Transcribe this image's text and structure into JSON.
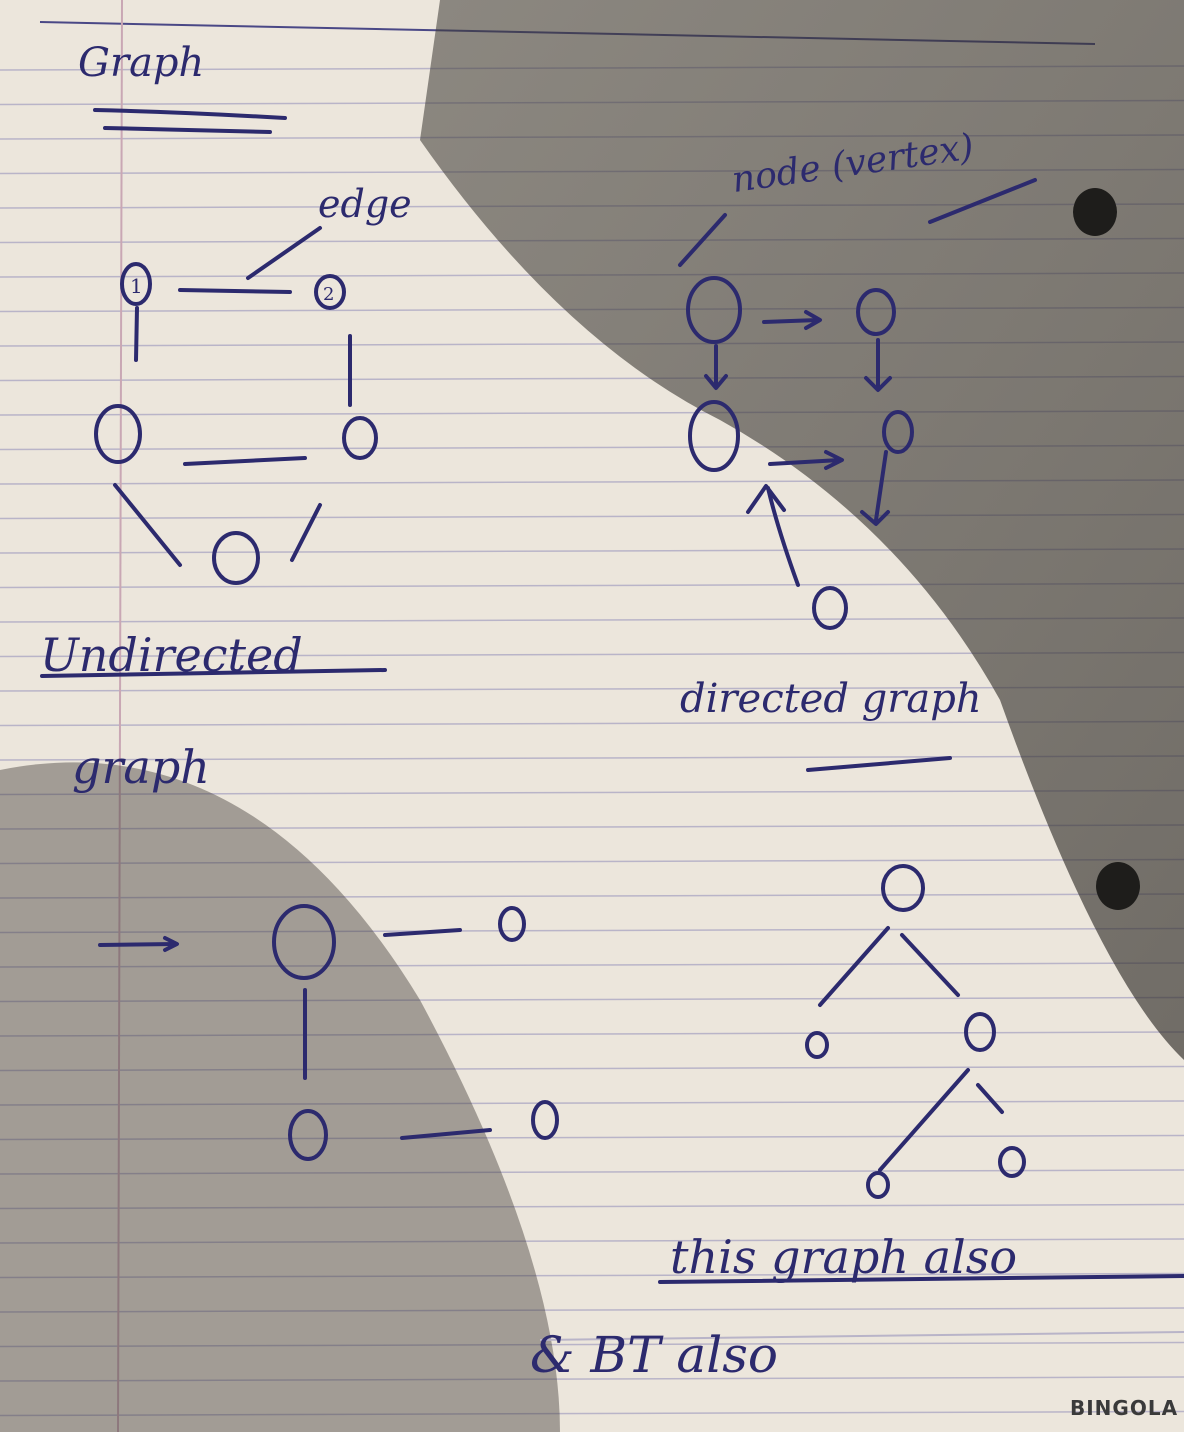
{
  "notes": {
    "title": "Graph",
    "edge_label": "edge",
    "node_label": "node (vertex)",
    "node_1": "1",
    "node_2": "2",
    "undirected_line1": "Undirected",
    "undirected_line2": "graph",
    "directed_label": "directed graph",
    "tree_note_line1": "this graph also",
    "tree_note_line2": "& BT also"
  },
  "brand": {
    "text": "BINGOLA"
  },
  "colors": {
    "ink": "#2c2a6e",
    "paper": "#efeae2",
    "rule": "#b9b4c8",
    "margin": "#c9a7b4",
    "shadow": "#6b665e"
  }
}
